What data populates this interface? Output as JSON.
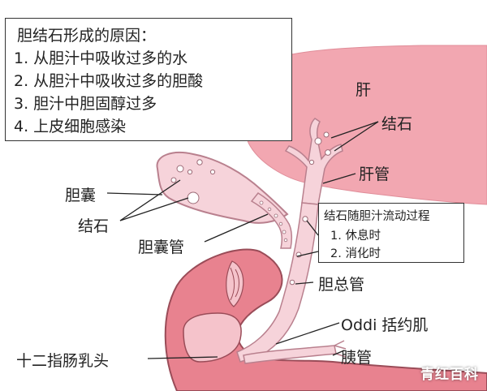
{
  "causes": {
    "title": "胆结石形成的原因：",
    "items": [
      "1. 从胆汁中吸收过多的水",
      "2. 从胆汁中吸收过多的胆酸",
      "3. 胆汁中胆固醇过多",
      "4. 上皮细胞感染"
    ]
  },
  "labels": {
    "liver": "肝",
    "stones_top": "结石",
    "hepatic_duct": "肝管",
    "gallbladder": "胆囊",
    "stones_left": "结石",
    "cystic_duct": "胆囊管",
    "common_bile_duct": "胆总管",
    "oddi": "Oddi 括约肌",
    "pancreatic_duct": "胰管",
    "duodenal_papilla": "十二指肠乳头"
  },
  "process": {
    "title": "结石随胆汁流动过程",
    "items": [
      "1. 休息时",
      "2. 消化时"
    ]
  },
  "watermark": "青红百科",
  "colors": {
    "liver": "#f2a7b1",
    "duct_fill": "#f6d3da",
    "duct_outline": "#b9808e",
    "stone": "#ffffff",
    "duodenum": "#e8828f",
    "duodenum_inner": "#f5c3cb"
  }
}
